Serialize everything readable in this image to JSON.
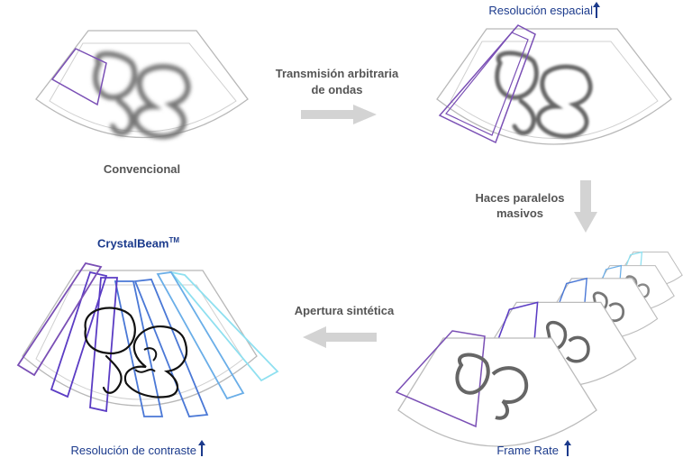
{
  "labels": {
    "convencional": "Convencional",
    "transmision": "Transmisión arbitraria",
    "transmision2": "de ondas",
    "resolucion_espacial": "Resolución espacial",
    "haces": "Haces paralelos",
    "haces2": "masivos",
    "crystalbeam": "CrystalBeam",
    "crystalbeam_tm": "TM",
    "apertura": "Apertura sintética",
    "resolucion_contraste": "Resolución de contraste",
    "frame_rate": "Frame Rate"
  },
  "colors": {
    "arrow_gray": "#d3d3d3",
    "text_gray": "#555555",
    "title_blue": "#1b3a8c",
    "purple": "#7a4fb5",
    "violet": "#5b3cc4",
    "blue": "#4a78d6",
    "sky": "#6aaee8",
    "cyan": "#8fe0f0",
    "sector_outline": "#b8b8b8"
  },
  "icons": [
    "arrow-right-icon",
    "arrow-down-icon",
    "arrow-left-icon",
    "up-arrow-icon"
  ]
}
